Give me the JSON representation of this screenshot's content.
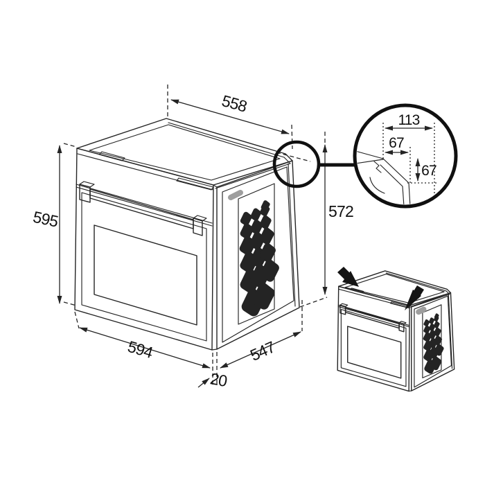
{
  "diagram": {
    "description": "Built-in oven installation dimensions line drawing",
    "dimensions": {
      "top_depth": "558",
      "front_height": "595",
      "rear_height": "572",
      "front_width": "594",
      "side_depth": "547",
      "front_panel_offset": "20"
    },
    "corner_detail": {
      "overall_width": "113",
      "chamfer_width": "67",
      "chamfer_height": "67"
    },
    "colors": {
      "line": "#242424",
      "circle": "#101010",
      "gray_marker": "#9e9e9e",
      "background": "#ffffff"
    }
  }
}
